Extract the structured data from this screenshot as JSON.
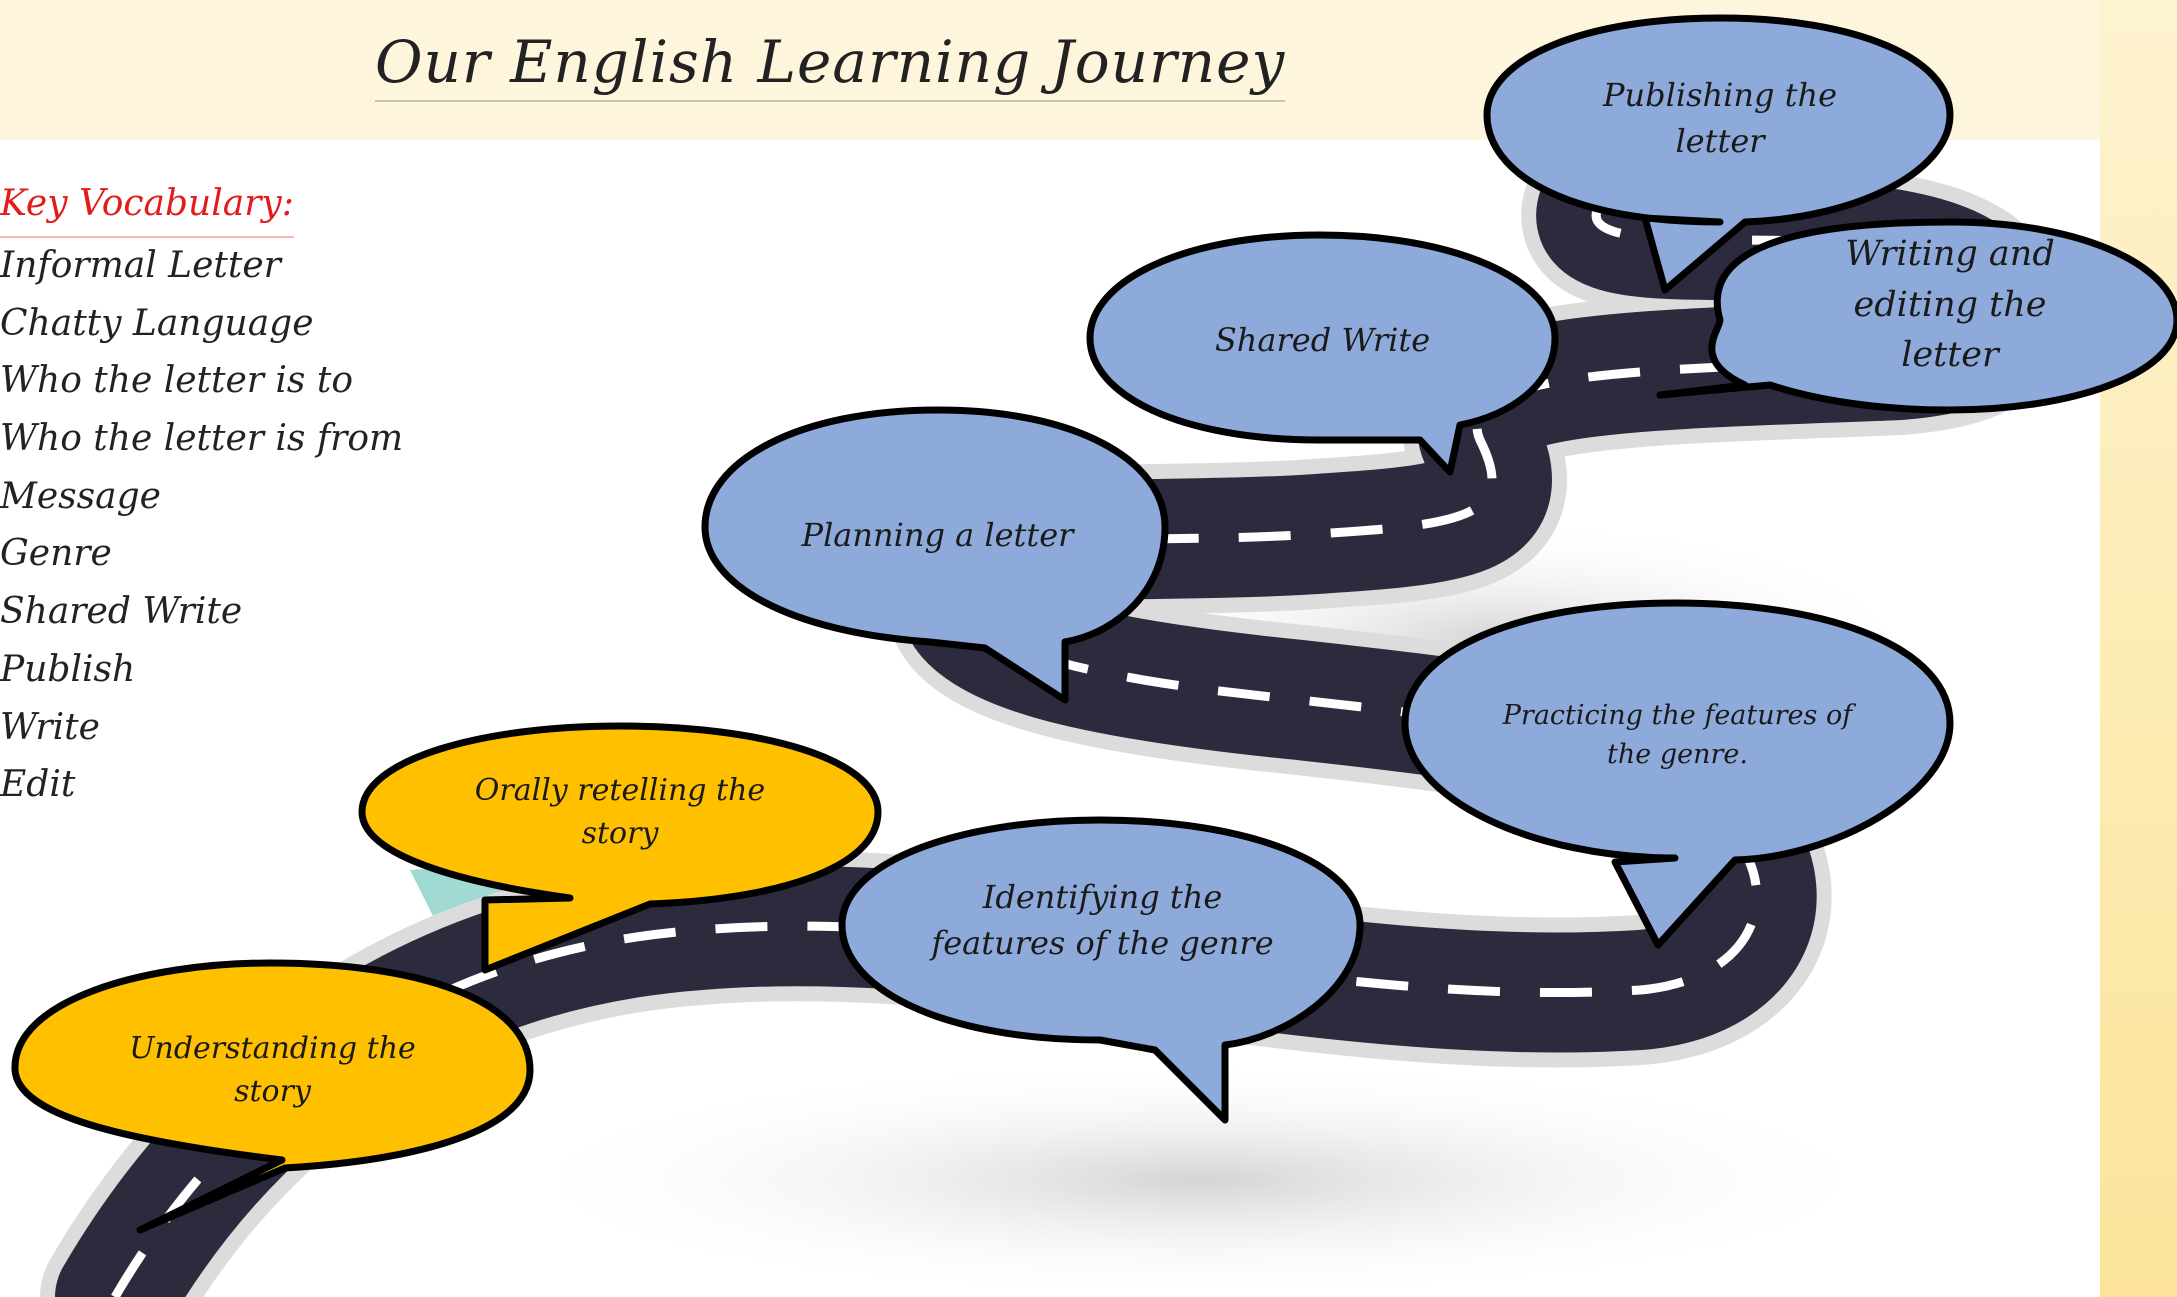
{
  "title": "Our English Learning Journey",
  "vocabulary": {
    "heading": "Key Vocabulary:",
    "items": [
      "Informal Letter",
      "Chatty Language",
      "Who the letter is to",
      "Who the letter is from",
      "Message",
      "Genre",
      "Shared Write",
      "Publish",
      "Write",
      "Edit"
    ]
  },
  "steps": [
    {
      "label": "Understanding the story",
      "color": "#ffc000"
    },
    {
      "label": "Orally retelling the story",
      "color": "#ffc000"
    },
    {
      "label": "Identifying the features of the genre",
      "color": "#8eaadb"
    },
    {
      "label": "Practicing the features of the genre.",
      "color": "#8eaadb"
    },
    {
      "label": "Planning a letter",
      "color": "#8eaadb"
    },
    {
      "label": "Shared Write",
      "color": "#8eaadb"
    },
    {
      "label": "Writing and editing the letter",
      "color": "#8eaadb"
    },
    {
      "label": "Publishing the letter",
      "color": "#8eaadb"
    }
  ]
}
